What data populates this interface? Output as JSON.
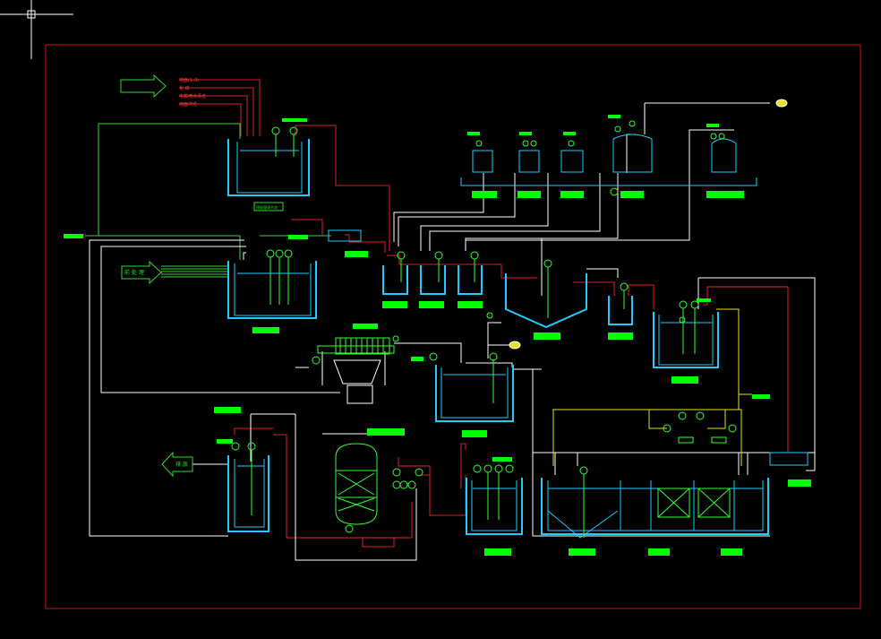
{
  "colors": {
    "background": "#000000",
    "frame": "#d01010",
    "tank": "#22ccff",
    "pipe_white": "#ffffff",
    "pipe_green": "#33dd33",
    "pipe_red": "#dd2222",
    "pipe_yellow": "#e8e030",
    "tag_fill": "#00ff00",
    "equipment": "#33ff33"
  },
  "drawing": {
    "top_inlet_labels": [
      "地面(1-3)",
      "化  成",
      "电着喷涂清洗",
      "地面冲洗"
    ],
    "mid_inlet_label": "前 处 理",
    "outlet_label": "排 放",
    "tank1_caption": "预处理调节池",
    "cursor_icon": "crosshair-cursor-icon",
    "bulb_icon": "indicator-lamp-icon"
  }
}
